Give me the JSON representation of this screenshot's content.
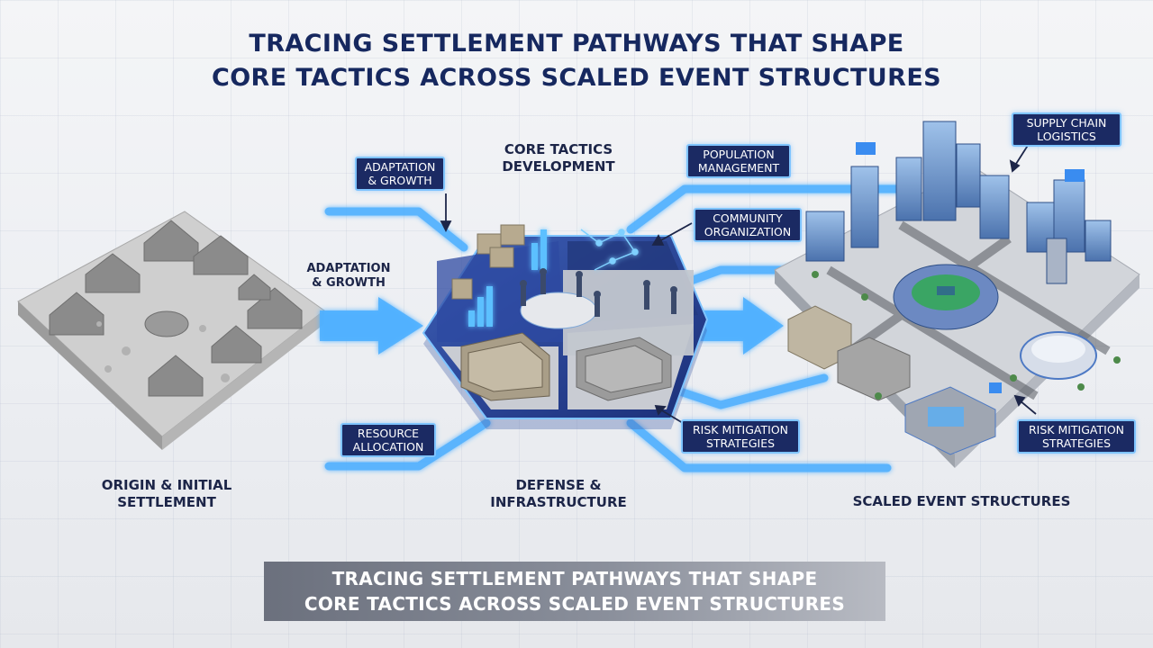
{
  "title": {
    "line1": "TRACING SETTLEMENT PATHWAYS THAT SHAPE",
    "line2": "CORE TACTICS ACROSS SCALED EVENT STRUCTURES"
  },
  "stages": {
    "origin": {
      "line1": "ORIGIN & INITIAL",
      "line2": "SETTLEMENT"
    },
    "core": {
      "line1": "CORE TACTICS",
      "line2": "DEVELOPMENT"
    },
    "defense": {
      "line1": "DEFENSE &",
      "line2": "INFRASTRUCTURE"
    },
    "scaled": {
      "line1": "SCALED EVENT STRUCTURES"
    }
  },
  "labels": {
    "adaptation_tag": {
      "line1": "ADAPTATION",
      "line2": "& GROWTH"
    },
    "adaptation_plain": {
      "line1": "ADAPTATION",
      "line2": "& GROWTH"
    },
    "resource": {
      "line1": "RESOURCE",
      "line2": "ALLOCATION"
    },
    "population": {
      "line1": "POPULATION",
      "line2": "MANAGEMENT"
    },
    "community": {
      "line1": "COMMUNITY",
      "line2": "ORGANIZATION"
    },
    "risk_center": {
      "line1": "RISK MITIGATION",
      "line2": "STRATEGIES"
    },
    "supply": {
      "line1": "SUPPLY CHAIN",
      "line2": "LOGISTICS"
    },
    "risk_right": {
      "line1": "RISK MITIGATION",
      "line2": "STRATEGIES"
    }
  },
  "banner": {
    "line1": "TRACING SETTLEMENT PATHWAYS THAT SHAPE",
    "line2": "CORE TACTICS ACROSS SCALED EVENT STRUCTURES"
  },
  "colors": {
    "navy": "#16285f",
    "tag_bg": "#1b2a63",
    "flow_blue": "#4fb0ff"
  }
}
